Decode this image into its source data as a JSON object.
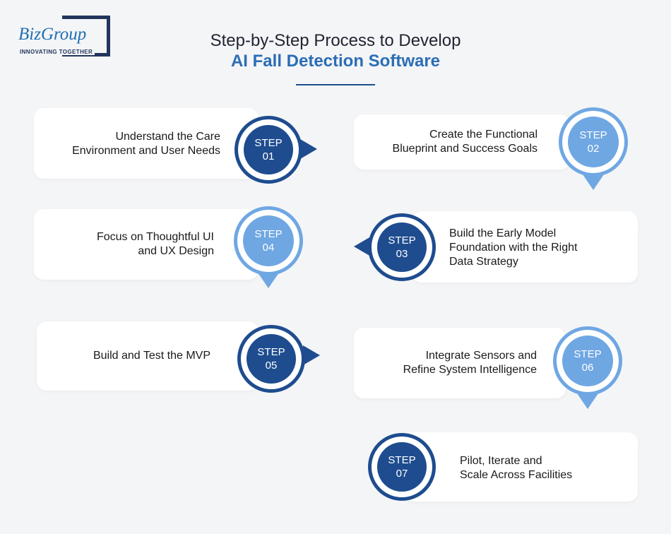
{
  "logo": {
    "name": "BizGroup",
    "tagline": "INNOVATING TOGETHER"
  },
  "title": {
    "line1": "Step-by-Step Process to Develop",
    "line2": "AI Fall Detection Software"
  },
  "step_word": "STEP",
  "steps": [
    {
      "number": "01",
      "line1": "Understand the Care",
      "line2": "Environment and User Needs",
      "line3": ""
    },
    {
      "number": "02",
      "line1": "Create the Functional",
      "line2": "Blueprint and Success Goals",
      "line3": ""
    },
    {
      "number": "03",
      "line1": "Build the Early Model",
      "line2": "Foundation with the Right",
      "line3": "Data Strategy"
    },
    {
      "number": "04",
      "line1": "Focus on Thoughtful UI",
      "line2": "and UX Design",
      "line3": ""
    },
    {
      "number": "05",
      "line1": "Build and Test the MVP",
      "line2": "",
      "line3": ""
    },
    {
      "number": "06",
      "line1": "Integrate Sensors and",
      "line2": "Refine System Intelligence",
      "line3": ""
    },
    {
      "number": "07",
      "line1": "Pilot, Iterate and",
      "line2": "Scale Across Facilities",
      "line3": ""
    }
  ],
  "colors": {
    "dark_blue": "#1e4c8f",
    "light_blue": "#6fa7e3",
    "title_blue": "#2a6db5"
  }
}
